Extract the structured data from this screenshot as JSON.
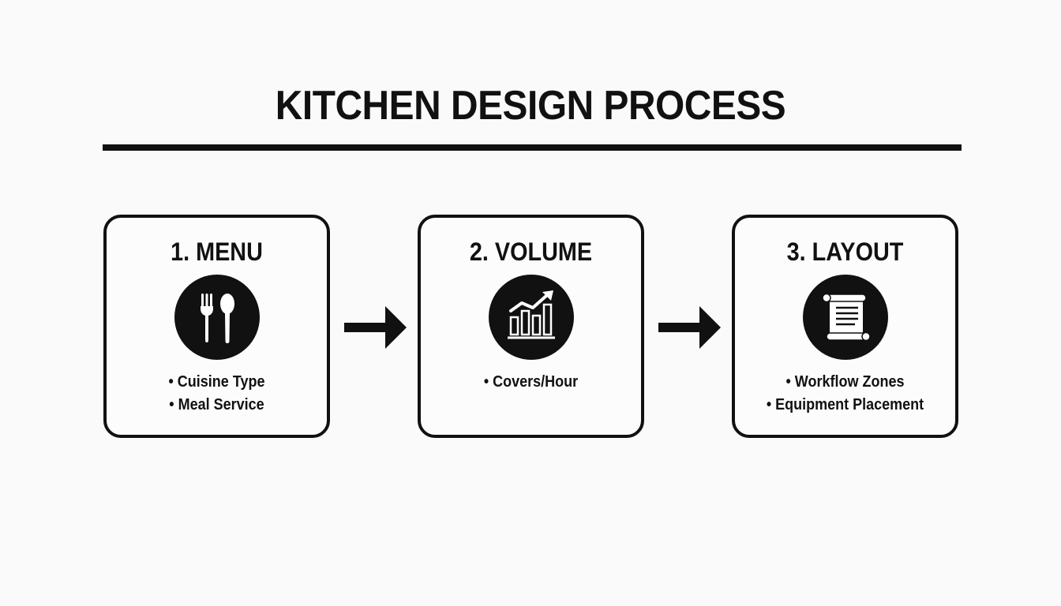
{
  "title": "KITCHEN DESIGN PROCESS",
  "steps": [
    {
      "label": "1. MENU",
      "icon": "fork-spoon-icon",
      "bullets": [
        "Cuisine Type",
        "Meal Service"
      ]
    },
    {
      "label": "2. VOLUME",
      "icon": "rising-bar-chart-icon",
      "bullets": [
        "Covers/Hour"
      ]
    },
    {
      "label": "3. LAYOUT",
      "icon": "blueprint-scroll-icon",
      "bullets": [
        "Workflow Zones",
        "Equipment Placement"
      ]
    }
  ],
  "colors": {
    "ink": "#111111",
    "background": "#fafafa"
  }
}
